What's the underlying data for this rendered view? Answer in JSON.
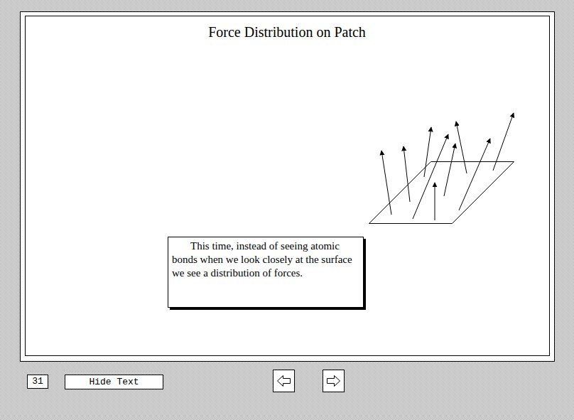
{
  "diagram": {
    "title": "Force Distribution on Patch",
    "nodes": [
      {
        "text": [
          "This time, instead of seeing atomic bonds when we look closely at the surface we see a distribution of forces."
        ]
      },
      {
        "text": [
          "31"
        ]
      },
      {
        "text": [
          "Hide Text"
        ]
      }
    ]
  }
}
